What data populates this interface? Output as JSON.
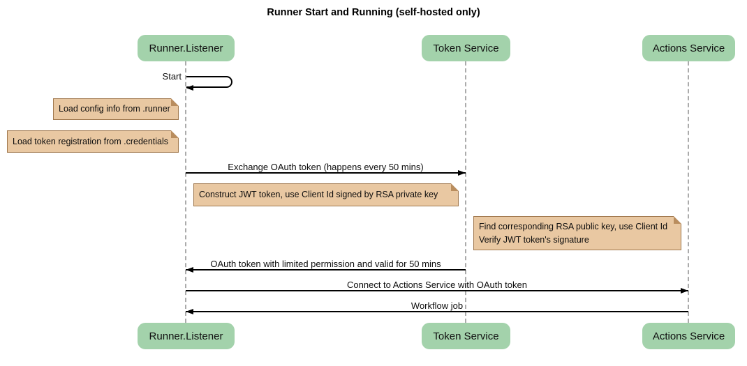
{
  "diagram": {
    "title": "Runner Start and Running (self-hosted only)",
    "participants": [
      {
        "label": "Runner.Listener"
      },
      {
        "label": "Token Service"
      },
      {
        "label": "Actions Service"
      }
    ],
    "messages": [
      {
        "label": "Start",
        "from": "Runner.Listener",
        "to": "Runner.Listener",
        "kind": "self"
      },
      {
        "label": "Exchange OAuth token (happens every 50 mins)",
        "from": "Runner.Listener",
        "to": "Token Service",
        "kind": "arrow-right"
      },
      {
        "label": "OAuth token with limited permission and valid for 50 mins",
        "from": "Token Service",
        "to": "Runner.Listener",
        "kind": "arrow-left"
      },
      {
        "label": "Connect to Actions Service with OAuth token",
        "from": "Runner.Listener",
        "to": "Actions Service",
        "kind": "arrow-right"
      },
      {
        "label": "Workflow job",
        "from": "Actions Service",
        "to": "Runner.Listener",
        "kind": "arrow-left"
      }
    ],
    "notes": [
      {
        "position": "left of Runner.Listener",
        "lines": [
          "Load config info from .runner"
        ]
      },
      {
        "position": "left of Runner.Listener",
        "lines": [
          "Load token registration from .credentials"
        ]
      },
      {
        "position": "right of Runner.Listener",
        "lines": [
          "Construct JWT token, use Client Id signed by RSA private key"
        ]
      },
      {
        "position": "left of Actions Service",
        "lines": [
          "Find corresponding RSA public key, use Client Id",
          "Verify JWT token's signature"
        ]
      }
    ],
    "colors": {
      "participant_fill": "#a3d2ab",
      "note_fill": "#e9c8a2",
      "note_border": "#a0784e",
      "lifeline": "#ababab",
      "arrow": "#000000",
      "background": "#ffffff"
    }
  }
}
